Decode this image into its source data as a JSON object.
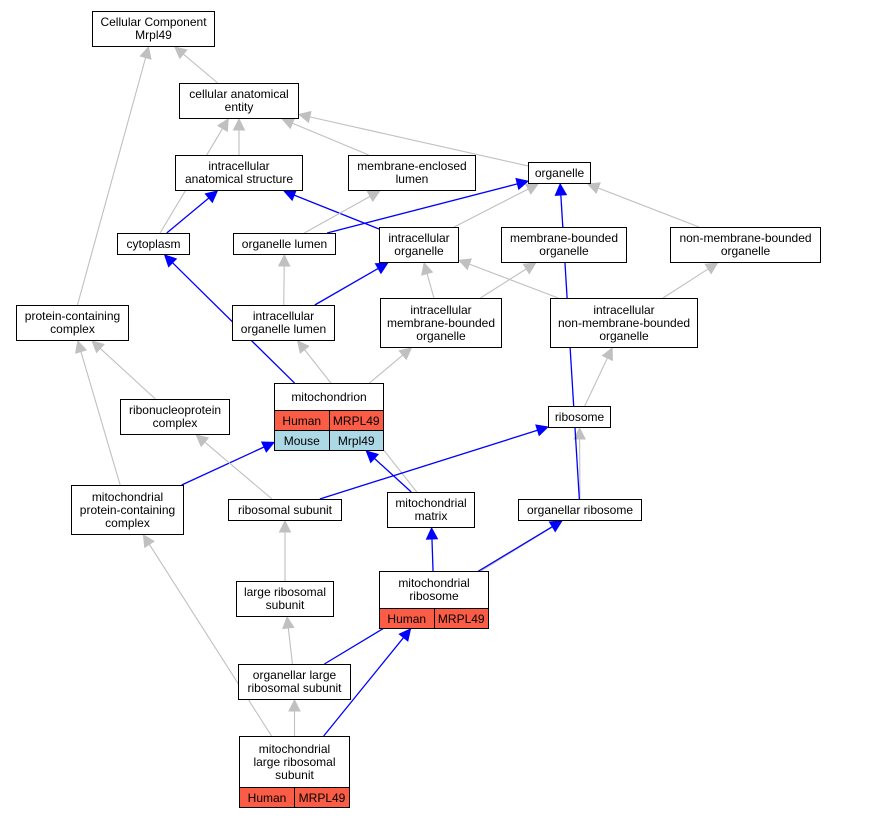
{
  "colors": {
    "is_a_edge": "#c0c0c0",
    "part_of_edge": "#0000ff",
    "human_fill": "#fa5c45",
    "mouse_fill": "#add8e6"
  },
  "nodes": [
    {
      "id": "cc_root",
      "label": "Cellular Component\nMrpl49"
    },
    {
      "id": "cae",
      "label": "cellular anatomical\nentity"
    },
    {
      "id": "ias",
      "label": "intracellular\nanatomical structure"
    },
    {
      "id": "mel",
      "label": "membrane-enclosed\nlumen"
    },
    {
      "id": "organelle",
      "label": "organelle"
    },
    {
      "id": "cytoplasm",
      "label": "cytoplasm"
    },
    {
      "id": "org_lumen",
      "label": "organelle lumen"
    },
    {
      "id": "intra_org",
      "label": "intracellular\norganelle"
    },
    {
      "id": "mbo",
      "label": "membrane-bounded\norganelle"
    },
    {
      "id": "nmbo",
      "label": "non-membrane-bounded\norganelle"
    },
    {
      "id": "pcc",
      "label": "protein-containing\ncomplex"
    },
    {
      "id": "iol",
      "label": "intracellular\norganelle lumen"
    },
    {
      "id": "imbo",
      "label": "intracellular\nmembrane-bounded\norganelle"
    },
    {
      "id": "inmbo",
      "label": "intracellular\nnon-membrane-bounded\norganelle"
    },
    {
      "id": "mito",
      "label": "mitochondrion",
      "annotations": [
        {
          "species": "Human",
          "gene": "MRPL49"
        },
        {
          "species": "Mouse",
          "gene": "Mrpl49"
        }
      ]
    },
    {
      "id": "rnp",
      "label": "ribonucleoprotein\ncomplex"
    },
    {
      "id": "ribosome",
      "label": "ribosome"
    },
    {
      "id": "mpcc",
      "label": "mitochondrial\nprotein-containing\ncomplex"
    },
    {
      "id": "ribo_sub",
      "label": "ribosomal subunit"
    },
    {
      "id": "mito_matrix",
      "label": "mitochondrial\nmatrix"
    },
    {
      "id": "org_ribo",
      "label": "organellar ribosome"
    },
    {
      "id": "lrs",
      "label": "large ribosomal\nsubunit"
    },
    {
      "id": "mito_ribo",
      "label": "mitochondrial\nribosome",
      "annotations": [
        {
          "species": "Human",
          "gene": "MRPL49"
        }
      ]
    },
    {
      "id": "olrs",
      "label": "organellar large\nribosomal subunit"
    },
    {
      "id": "mlrs",
      "label": "mitochondrial\nlarge ribosomal\nsubunit",
      "annotations": [
        {
          "species": "Human",
          "gene": "MRPL49"
        }
      ]
    }
  ],
  "edges": [
    {
      "from": "cae",
      "to": "cc_root",
      "type": "is_a"
    },
    {
      "from": "pcc",
      "to": "cc_root",
      "type": "is_a"
    },
    {
      "from": "ias",
      "to": "cae",
      "type": "is_a"
    },
    {
      "from": "mel",
      "to": "cae",
      "type": "is_a"
    },
    {
      "from": "organelle",
      "to": "cae",
      "type": "is_a"
    },
    {
      "from": "cytoplasm",
      "to": "cae",
      "type": "is_a"
    },
    {
      "from": "cytoplasm",
      "to": "ias",
      "type": "part_of"
    },
    {
      "from": "intra_org",
      "to": "ias",
      "type": "part_of"
    },
    {
      "from": "org_lumen",
      "to": "mel",
      "type": "is_a"
    },
    {
      "from": "intra_org",
      "to": "organelle",
      "type": "is_a"
    },
    {
      "from": "org_lumen",
      "to": "organelle",
      "type": "part_of"
    },
    {
      "from": "mbo",
      "to": "organelle",
      "type": "is_a"
    },
    {
      "from": "nmbo",
      "to": "organelle",
      "type": "is_a"
    },
    {
      "from": "iol",
      "to": "org_lumen",
      "type": "is_a"
    },
    {
      "from": "iol",
      "to": "intra_org",
      "type": "part_of"
    },
    {
      "from": "imbo",
      "to": "intra_org",
      "type": "is_a"
    },
    {
      "from": "inmbo",
      "to": "intra_org",
      "type": "is_a"
    },
    {
      "from": "imbo",
      "to": "mbo",
      "type": "is_a"
    },
    {
      "from": "inmbo",
      "to": "nmbo",
      "type": "is_a"
    },
    {
      "from": "mito",
      "to": "cytoplasm",
      "type": "part_of"
    },
    {
      "from": "mito",
      "to": "imbo",
      "type": "is_a"
    },
    {
      "from": "rnp",
      "to": "pcc",
      "type": "is_a"
    },
    {
      "from": "mpcc",
      "to": "pcc",
      "type": "is_a"
    },
    {
      "from": "ribosome",
      "to": "inmbo",
      "type": "is_a"
    },
    {
      "from": "mpcc",
      "to": "mito",
      "type": "part_of"
    },
    {
      "from": "mito_matrix",
      "to": "mito",
      "type": "part_of"
    },
    {
      "from": "ribo_sub",
      "to": "rnp",
      "type": "is_a"
    },
    {
      "from": "mito_matrix",
      "to": "iol",
      "type": "is_a"
    },
    {
      "from": "ribo_sub",
      "to": "ribosome",
      "type": "part_of"
    },
    {
      "from": "org_ribo",
      "to": "ribosome",
      "type": "is_a"
    },
    {
      "from": "org_ribo",
      "to": "organelle",
      "type": "part_of"
    },
    {
      "from": "lrs",
      "to": "ribo_sub",
      "type": "is_a"
    },
    {
      "from": "mito_ribo",
      "to": "mito_matrix",
      "type": "part_of"
    },
    {
      "from": "mito_ribo",
      "to": "org_ribo",
      "type": "is_a"
    },
    {
      "from": "olrs",
      "to": "lrs",
      "type": "is_a"
    },
    {
      "from": "olrs",
      "to": "org_ribo",
      "type": "part_of"
    },
    {
      "from": "mlrs",
      "to": "olrs",
      "type": "is_a"
    },
    {
      "from": "mlrs",
      "to": "mito_ribo",
      "type": "part_of"
    },
    {
      "from": "mlrs",
      "to": "mpcc",
      "type": "is_a"
    }
  ]
}
